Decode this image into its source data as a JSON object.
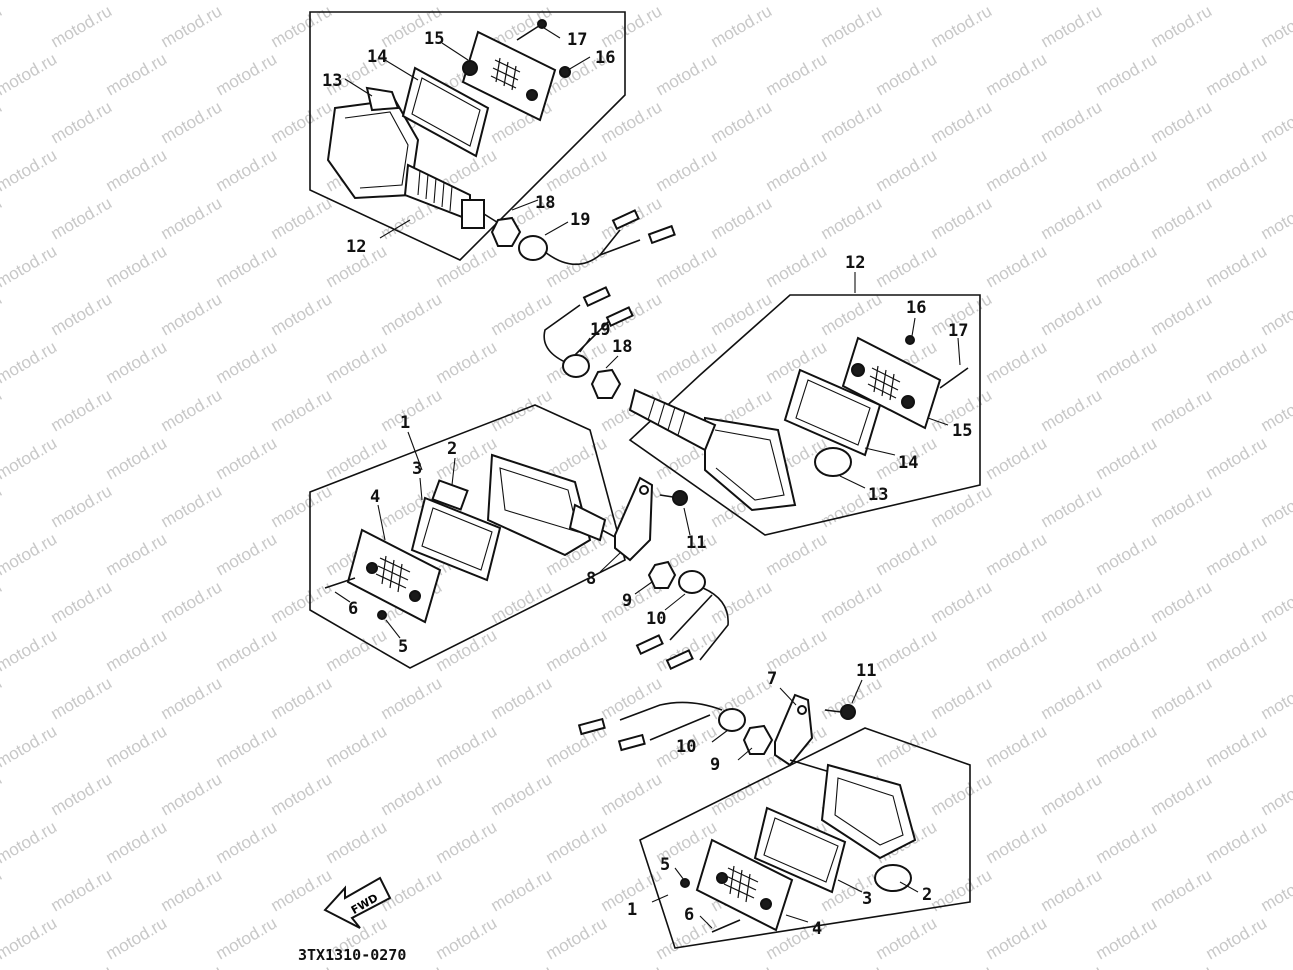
{
  "watermark": "motod.ru",
  "diagram_code": "3TX1310-0270",
  "fwd_label": "FWD",
  "callouts": [
    {
      "id": "c12a",
      "text": "12"
    },
    {
      "id": "c13a",
      "text": "13"
    },
    {
      "id": "c14a",
      "text": "14"
    },
    {
      "id": "c15a",
      "text": "15"
    },
    {
      "id": "c16a",
      "text": "16"
    },
    {
      "id": "c17a",
      "text": "17"
    },
    {
      "id": "c18a",
      "text": "18"
    },
    {
      "id": "c19a",
      "text": "19"
    },
    {
      "id": "c12b",
      "text": "12"
    },
    {
      "id": "c16b",
      "text": "16"
    },
    {
      "id": "c17b",
      "text": "17"
    },
    {
      "id": "c19b",
      "text": "19"
    },
    {
      "id": "c18b",
      "text": "18"
    },
    {
      "id": "c15b",
      "text": "15"
    },
    {
      "id": "c14b",
      "text": "14"
    },
    {
      "id": "c13b",
      "text": "13"
    },
    {
      "id": "c1a",
      "text": "1"
    },
    {
      "id": "c2a",
      "text": "2"
    },
    {
      "id": "c3a",
      "text": "3"
    },
    {
      "id": "c4a",
      "text": "4"
    },
    {
      "id": "c11a",
      "text": "11"
    },
    {
      "id": "c8a",
      "text": "8"
    },
    {
      "id": "c9a",
      "text": "9"
    },
    {
      "id": "c10a",
      "text": "10"
    },
    {
      "id": "c6a",
      "text": "6"
    },
    {
      "id": "c5a",
      "text": "5"
    },
    {
      "id": "c7b",
      "text": "7"
    },
    {
      "id": "c11b",
      "text": "11"
    },
    {
      "id": "c10b",
      "text": "10"
    },
    {
      "id": "c9b",
      "text": "9"
    },
    {
      "id": "c5b",
      "text": "5"
    },
    {
      "id": "c3b",
      "text": "3"
    },
    {
      "id": "c2b",
      "text": "2"
    },
    {
      "id": "c1b",
      "text": "1"
    },
    {
      "id": "c6b",
      "text": "6"
    },
    {
      "id": "c4b",
      "text": "4"
    }
  ]
}
